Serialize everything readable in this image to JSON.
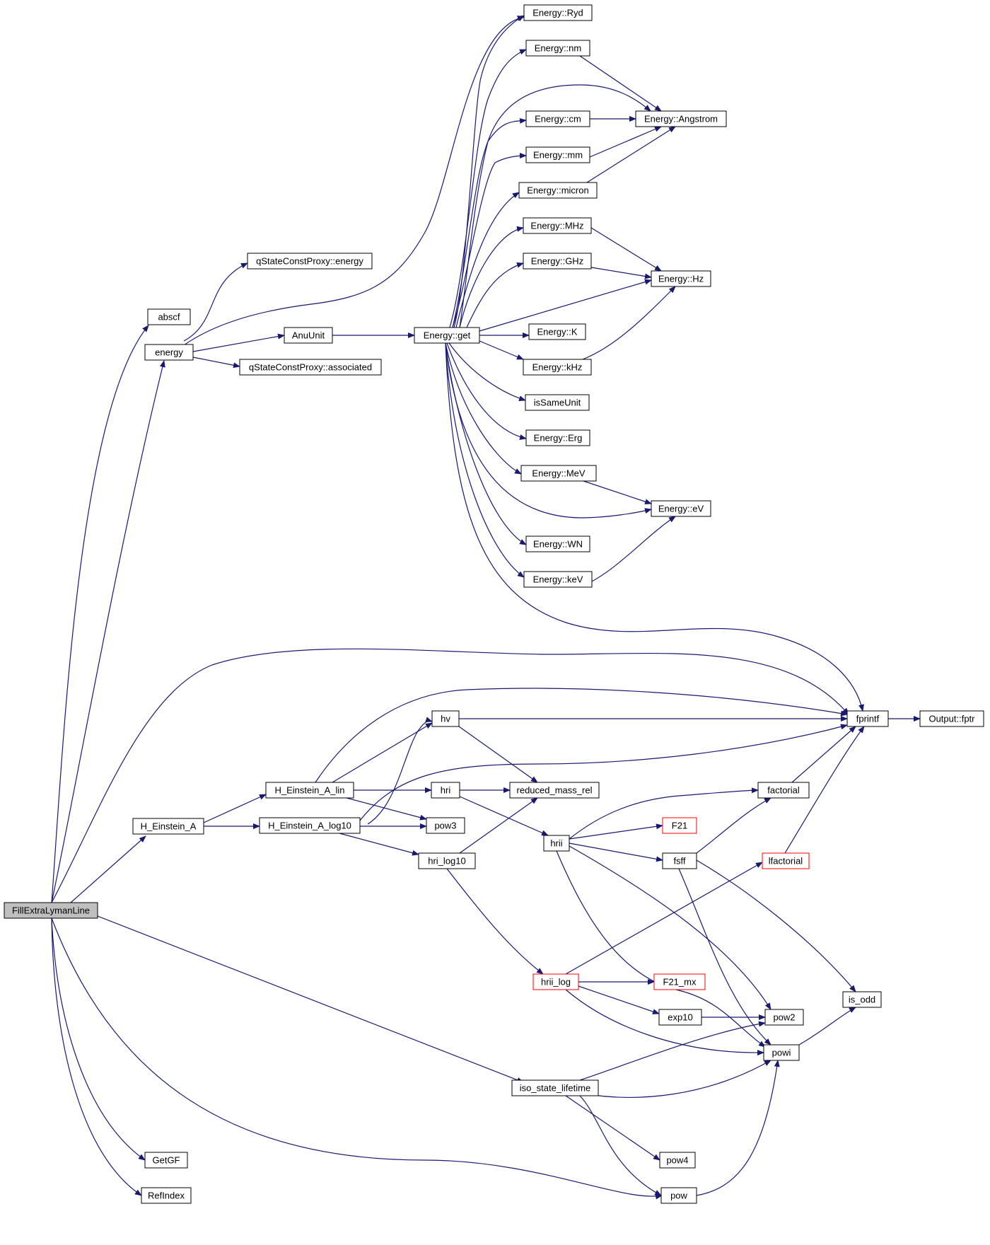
{
  "graph": {
    "colors": {
      "edge": "#191970",
      "node_border": "#000000",
      "truncated_border": "#ff0000",
      "root_fill": "#bfbfbf",
      "node_fill": "#ffffff",
      "text": "#000000"
    },
    "root": "FillExtraLymanLine",
    "nodes": [
      {
        "id": "root",
        "label": "FillExtraLymanLine",
        "root": true
      },
      {
        "id": "abscf",
        "label": "abscf"
      },
      {
        "id": "energy",
        "label": "energy"
      },
      {
        "id": "qsc_energy",
        "label": "qStateConstProxy::energy"
      },
      {
        "id": "qsc_assoc",
        "label": "qStateConstProxy::associated"
      },
      {
        "id": "anuunit",
        "label": "AnuUnit"
      },
      {
        "id": "eget",
        "label": "Energy::get"
      },
      {
        "id": "e_ryd",
        "label": "Energy::Ryd"
      },
      {
        "id": "e_nm",
        "label": "Energy::nm"
      },
      {
        "id": "e_cm",
        "label": "Energy::cm"
      },
      {
        "id": "e_ang",
        "label": "Energy::Angstrom"
      },
      {
        "id": "e_mm",
        "label": "Energy::mm"
      },
      {
        "id": "e_micron",
        "label": "Energy::micron"
      },
      {
        "id": "e_mhz",
        "label": "Energy::MHz"
      },
      {
        "id": "e_ghz",
        "label": "Energy::GHz"
      },
      {
        "id": "e_hz",
        "label": "Energy::Hz"
      },
      {
        "id": "e_k",
        "label": "Energy::K"
      },
      {
        "id": "e_khz",
        "label": "Energy::kHz"
      },
      {
        "id": "issame",
        "label": "isSameUnit"
      },
      {
        "id": "e_erg",
        "label": "Energy::Erg"
      },
      {
        "id": "e_mev",
        "label": "Energy::MeV"
      },
      {
        "id": "e_ev",
        "label": "Energy::eV"
      },
      {
        "id": "e_wn",
        "label": "Energy::WN"
      },
      {
        "id": "e_kev",
        "label": "Energy::keV"
      },
      {
        "id": "fprintf",
        "label": "fprintf"
      },
      {
        "id": "fptr",
        "label": "Output::fptr"
      },
      {
        "id": "hv",
        "label": "hv"
      },
      {
        "id": "h_ein",
        "label": "H_Einstein_A"
      },
      {
        "id": "h_ein_lin",
        "label": "H_Einstein_A_lin"
      },
      {
        "id": "h_ein_log",
        "label": "H_Einstein_A_log10"
      },
      {
        "id": "hri",
        "label": "hri"
      },
      {
        "id": "rmr",
        "label": "reduced_mass_rel"
      },
      {
        "id": "pow3",
        "label": "pow3"
      },
      {
        "id": "hri_log",
        "label": "hri_log10"
      },
      {
        "id": "hrii",
        "label": "hrii"
      },
      {
        "id": "factorial",
        "label": "factorial"
      },
      {
        "id": "f21",
        "label": "F21",
        "truncated": true
      },
      {
        "id": "fsff",
        "label": "fsff"
      },
      {
        "id": "lfact",
        "label": "lfactorial",
        "truncated": true
      },
      {
        "id": "hrii_log",
        "label": "hrii_log",
        "truncated": true
      },
      {
        "id": "f21mx",
        "label": "F21_mx",
        "truncated": true
      },
      {
        "id": "exp10",
        "label": "exp10"
      },
      {
        "id": "pow2",
        "label": "pow2"
      },
      {
        "id": "is_odd",
        "label": "is_odd"
      },
      {
        "id": "powi",
        "label": "powi"
      },
      {
        "id": "iso",
        "label": "iso_state_lifetime"
      },
      {
        "id": "pow4",
        "label": "pow4"
      },
      {
        "id": "pow",
        "label": "pow"
      },
      {
        "id": "getgf",
        "label": "GetGF"
      },
      {
        "id": "refindex",
        "label": "RefIndex"
      }
    ],
    "edges": [
      [
        "root",
        "abscf"
      ],
      [
        "root",
        "energy"
      ],
      [
        "root",
        "fprintf"
      ],
      [
        "root",
        "h_ein"
      ],
      [
        "root",
        "iso"
      ],
      [
        "root",
        "pow"
      ],
      [
        "root",
        "getgf"
      ],
      [
        "root",
        "refindex"
      ],
      [
        "energy",
        "qsc_energy"
      ],
      [
        "energy",
        "anuunit"
      ],
      [
        "energy",
        "qsc_assoc"
      ],
      [
        "energy",
        "e_ryd"
      ],
      [
        "anuunit",
        "eget"
      ],
      [
        "eget",
        "e_ryd"
      ],
      [
        "eget",
        "e_nm"
      ],
      [
        "eget",
        "e_ang"
      ],
      [
        "eget",
        "e_cm"
      ],
      [
        "eget",
        "e_mm"
      ],
      [
        "eget",
        "e_micron"
      ],
      [
        "eget",
        "e_mhz"
      ],
      [
        "eget",
        "e_ghz"
      ],
      [
        "eget",
        "e_hz"
      ],
      [
        "eget",
        "e_k"
      ],
      [
        "eget",
        "e_khz"
      ],
      [
        "eget",
        "issame"
      ],
      [
        "eget",
        "e_erg"
      ],
      [
        "eget",
        "e_mev"
      ],
      [
        "eget",
        "e_ev"
      ],
      [
        "eget",
        "e_wn"
      ],
      [
        "eget",
        "e_kev"
      ],
      [
        "eget",
        "fprintf"
      ],
      [
        "e_nm",
        "e_ang"
      ],
      [
        "e_cm",
        "e_ang"
      ],
      [
        "e_mm",
        "e_ang"
      ],
      [
        "e_micron",
        "e_ang"
      ],
      [
        "e_mhz",
        "e_hz"
      ],
      [
        "e_ghz",
        "e_hz"
      ],
      [
        "e_khz",
        "e_hz"
      ],
      [
        "e_mev",
        "e_ev"
      ],
      [
        "e_kev",
        "e_ev"
      ],
      [
        "fprintf",
        "fptr"
      ],
      [
        "h_ein",
        "h_ein_lin"
      ],
      [
        "h_ein",
        "h_ein_log"
      ],
      [
        "h_ein_lin",
        "fprintf"
      ],
      [
        "h_ein_lin",
        "hv"
      ],
      [
        "h_ein_lin",
        "hri"
      ],
      [
        "h_ein_lin",
        "pow3"
      ],
      [
        "h_ein_log",
        "hv"
      ],
      [
        "h_ein_log",
        "fprintf"
      ],
      [
        "h_ein_log",
        "pow3"
      ],
      [
        "h_ein_log",
        "hri_log"
      ],
      [
        "hv",
        "fprintf"
      ],
      [
        "hv",
        "rmr"
      ],
      [
        "hri",
        "rmr"
      ],
      [
        "hri",
        "hrii"
      ],
      [
        "hri_log",
        "rmr"
      ],
      [
        "hri_log",
        "hrii_log"
      ],
      [
        "hrii",
        "factorial"
      ],
      [
        "hrii",
        "f21"
      ],
      [
        "hrii",
        "fsff"
      ],
      [
        "hrii",
        "pow2"
      ],
      [
        "hrii",
        "powi"
      ],
      [
        "fsff",
        "factorial"
      ],
      [
        "fsff",
        "is_odd"
      ],
      [
        "fsff",
        "powi"
      ],
      [
        "factorial",
        "fprintf"
      ],
      [
        "lfact",
        "fprintf"
      ],
      [
        "hrii_log",
        "lfact"
      ],
      [
        "hrii_log",
        "f21mx"
      ],
      [
        "hrii_log",
        "exp10"
      ],
      [
        "hrii_log",
        "powi"
      ],
      [
        "exp10",
        "pow2"
      ],
      [
        "powi",
        "is_odd"
      ],
      [
        "iso",
        "pow2"
      ],
      [
        "iso",
        "powi"
      ],
      [
        "iso",
        "pow4"
      ],
      [
        "iso",
        "pow"
      ],
      [
        "pow",
        "powi"
      ]
    ]
  }
}
